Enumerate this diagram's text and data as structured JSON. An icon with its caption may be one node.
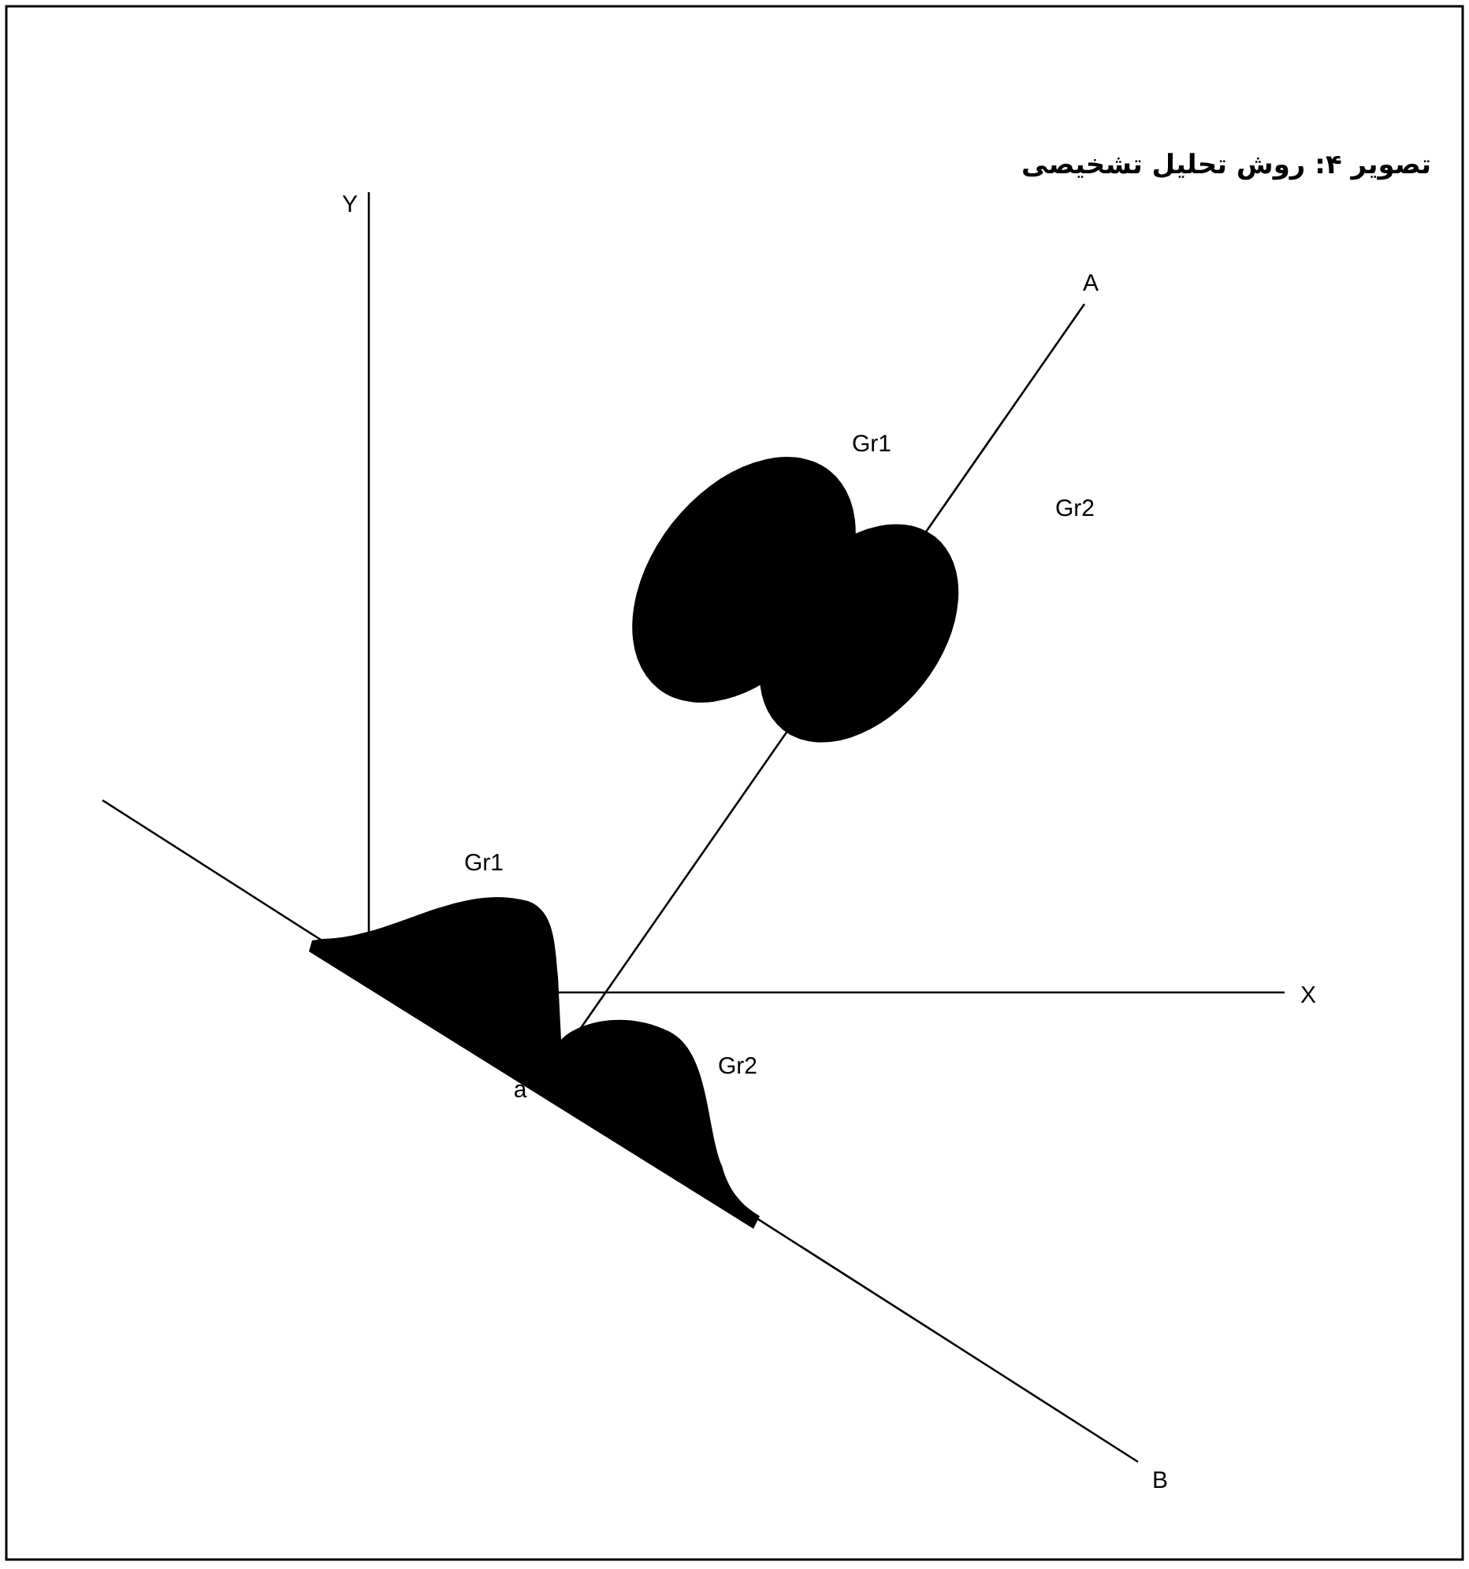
{
  "diagram": {
    "title": "تصویر ۴: روش تحلیل تشخیصی",
    "labels": [
      "Y",
      "A",
      "Gr1",
      "Gr2",
      "Gr1",
      "Gr2",
      "X",
      "a",
      "B"
    ]
  }
}
